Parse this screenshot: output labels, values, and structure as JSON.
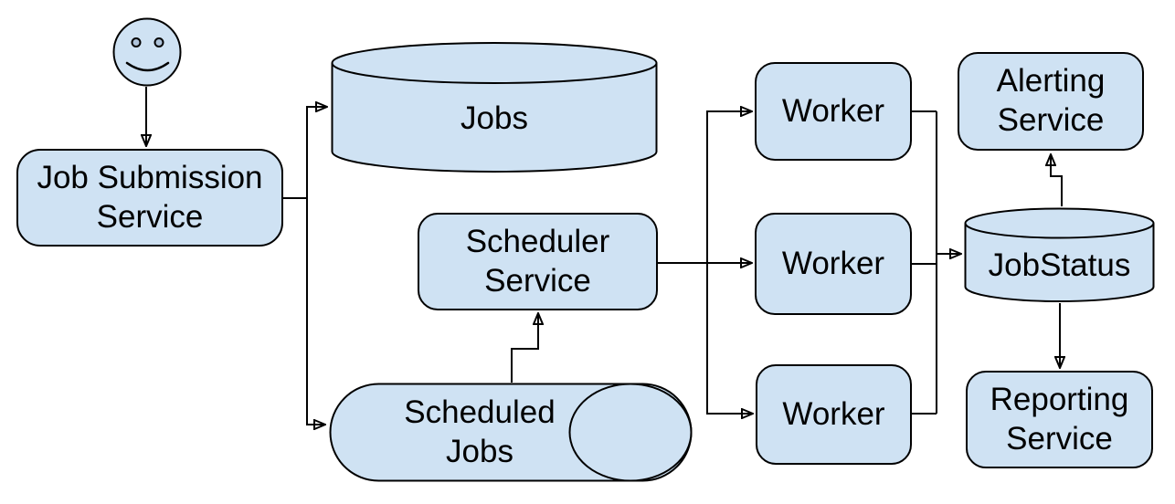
{
  "diagram": {
    "node_fill": "#cfe2f3",
    "node_stroke": "#000000",
    "text_color": "#000000",
    "background": "#ffffff"
  },
  "nodes": {
    "user": {
      "shape": "smiley-actor"
    },
    "job_submission_service": {
      "shape": "rounded-rect",
      "label": "Job Submission Service"
    },
    "jobs_db": {
      "shape": "cylinder",
      "label": "Jobs"
    },
    "scheduler_service": {
      "shape": "rounded-rect",
      "label": "Scheduler Service"
    },
    "scheduled_jobs_queue": {
      "shape": "queue",
      "label": "Scheduled Jobs"
    },
    "worker_1": {
      "shape": "rounded-rect",
      "label": "Worker"
    },
    "worker_2": {
      "shape": "rounded-rect",
      "label": "Worker"
    },
    "worker_3": {
      "shape": "rounded-rect",
      "label": "Worker"
    },
    "job_status_db": {
      "shape": "cylinder",
      "label": "JobStatus"
    },
    "alerting_service": {
      "shape": "rounded-rect",
      "label": "Alerting Service"
    },
    "reporting_service": {
      "shape": "rounded-rect",
      "label": "Reporting Service"
    }
  },
  "edges": [
    {
      "from": "user",
      "to": "job_submission_service"
    },
    {
      "from": "job_submission_service",
      "to": "jobs_db"
    },
    {
      "from": "job_submission_service",
      "to": "scheduled_jobs_queue"
    },
    {
      "from": "scheduled_jobs_queue",
      "to": "scheduler_service"
    },
    {
      "from": "scheduler_service",
      "to": "worker_1"
    },
    {
      "from": "scheduler_service",
      "to": "worker_2"
    },
    {
      "from": "scheduler_service",
      "to": "worker_3"
    },
    {
      "from": "worker_1",
      "to": "job_status_db"
    },
    {
      "from": "worker_2",
      "to": "job_status_db"
    },
    {
      "from": "worker_3",
      "to": "job_status_db"
    },
    {
      "from": "job_status_db",
      "to": "alerting_service"
    },
    {
      "from": "job_status_db",
      "to": "reporting_service"
    }
  ]
}
